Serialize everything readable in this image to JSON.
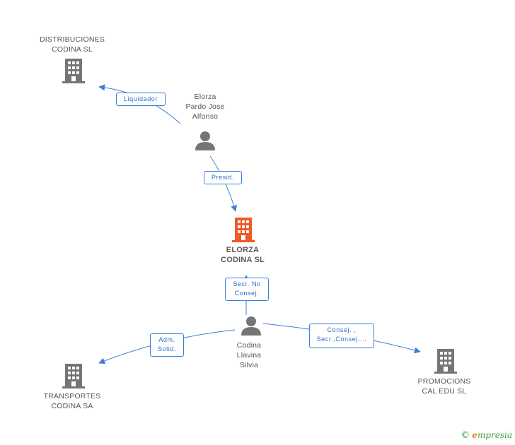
{
  "colors": {
    "edge": "#3d7fd6",
    "node_gray": "#757575",
    "node_main": "#f05a28",
    "brand_green": "#3da04a",
    "brand_orange": "#f07f1e"
  },
  "nodes": {
    "distribuciones": {
      "label": "DISTRIBUCIONES\nCODINA SL",
      "icon": "building-icon"
    },
    "elorza_person": {
      "label": "Elorza\nPardo Jose\nAlfonso",
      "icon": "person-icon"
    },
    "main_company": {
      "label": "ELORZA\nCODINA SL",
      "icon": "building-icon"
    },
    "codina_person": {
      "label": "Codina\nLlavina\nSilvia",
      "icon": "person-icon"
    },
    "transportes": {
      "label": "TRANSPORTES\nCODINA SA",
      "icon": "building-icon"
    },
    "promocions": {
      "label": "PROMOCIONS\nCAL EDU SL",
      "icon": "building-icon"
    }
  },
  "edges": {
    "liquidador": {
      "label": "Liquidador"
    },
    "presid": {
      "label": "Presid."
    },
    "secr_no_consej": {
      "label": "Secr.  No\nConsej."
    },
    "adm_solid": {
      "label": "Adm.\nSolid."
    },
    "consej": {
      "label": "Consej. ,\nSecr.,Consej...."
    }
  },
  "brand": {
    "copyright": "©",
    "initial": "e",
    "rest": "mpresia"
  }
}
